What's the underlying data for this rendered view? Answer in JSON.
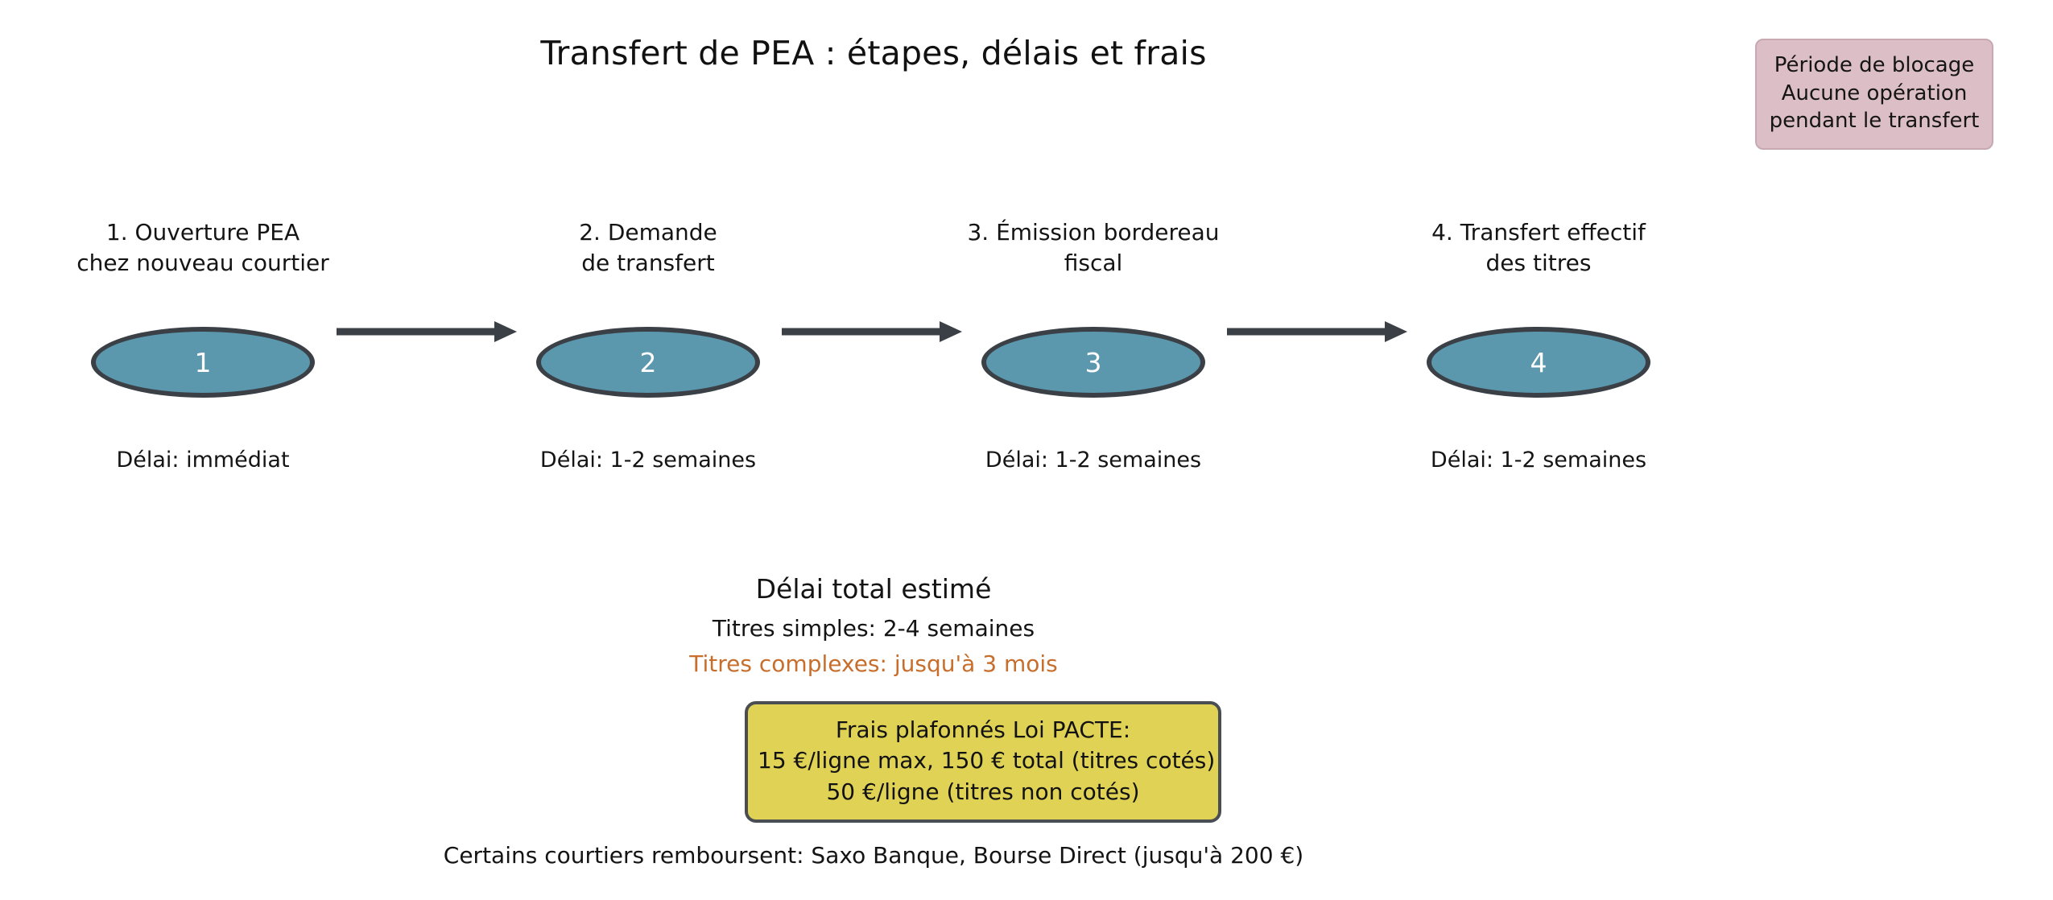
{
  "title": "Transfert de PEA : étapes, délais et frais",
  "blocking_note": {
    "lines": [
      "Période de blocage",
      "Aucune opération",
      "pendant le transfert"
    ],
    "fill_color": "#dcbfc6",
    "border_color": "#c8a9b2"
  },
  "flow": {
    "node_fill_color": "#5b97ad",
    "node_border_color": "#3b4046",
    "node_text_color": "#ffffff",
    "arrow_color": "#3b4046",
    "steps": [
      {
        "number": "1",
        "label_lines": [
          "1. Ouverture PEA",
          "chez nouveau courtier"
        ],
        "delay": "Délai: immédiat"
      },
      {
        "number": "2",
        "label_lines": [
          "2. Demande",
          "de transfert"
        ],
        "delay": "Délai: 1-2 semaines"
      },
      {
        "number": "3",
        "label_lines": [
          "3. Émission bordereau",
          "fiscal"
        ],
        "delay": "Délai: 1-2 semaines"
      },
      {
        "number": "4",
        "label_lines": [
          "4. Transfert effectif",
          "des titres"
        ],
        "delay": "Délai: 1-2 semaines"
      }
    ]
  },
  "summary": {
    "heading": "Délai total estimé",
    "simple": "Titres simples: 2-4 semaines",
    "complex": "Titres complexes: jusqu'à 3 mois",
    "complex_color": "#c76e2c"
  },
  "fee_box": {
    "lines": [
      "Frais plafonnés Loi PACTE:",
      "15 €/ligne max, 150 € total (titres cotés)",
      "50 €/ligne (titres non cotés)"
    ],
    "fill_color": "#e0d255",
    "border_color": "#4a4e52"
  },
  "reimbursement_note": "Certains courtiers remboursent: Saxo Banque, Bourse Direct (jusqu'à 200 €)"
}
